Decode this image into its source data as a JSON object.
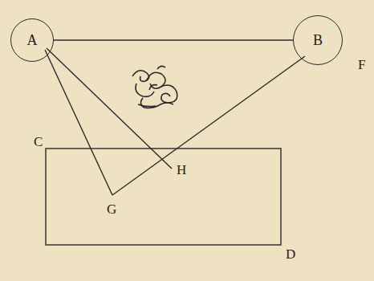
{
  "diagram": {
    "nodes": [
      {
        "text": [
          "A"
        ]
      },
      {
        "text": [
          "B"
        ]
      }
    ],
    "edges": [
      {
        "from": 0,
        "to": 1,
        "arrow": "none"
      }
    ],
    "labels": [
      "F",
      "C",
      "H",
      "G",
      "D"
    ]
  }
}
